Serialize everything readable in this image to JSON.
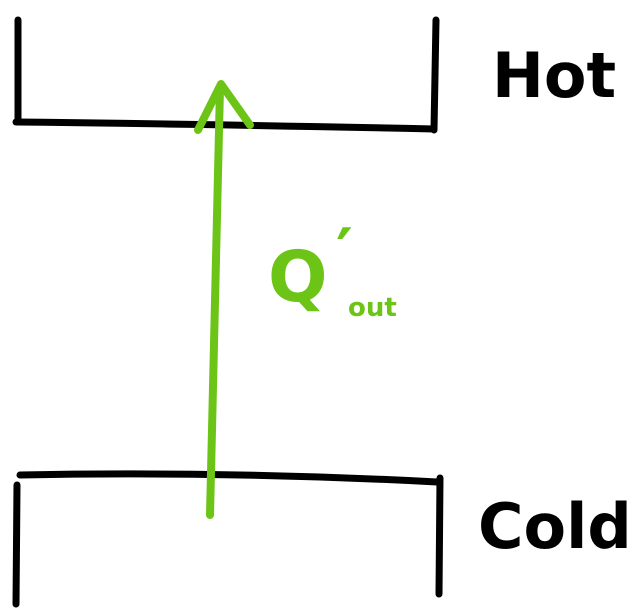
{
  "diagram": {
    "hot_label": "Hot",
    "cold_label": "Cold",
    "heat_label": {
      "symbol": "Q",
      "prime": "′",
      "subscript": "out"
    }
  },
  "colors": {
    "ink": "#000000",
    "heat_arrow": "#6cc417",
    "background": "#ffffff"
  },
  "icons": {
    "arrow": "arrow-up-icon"
  }
}
